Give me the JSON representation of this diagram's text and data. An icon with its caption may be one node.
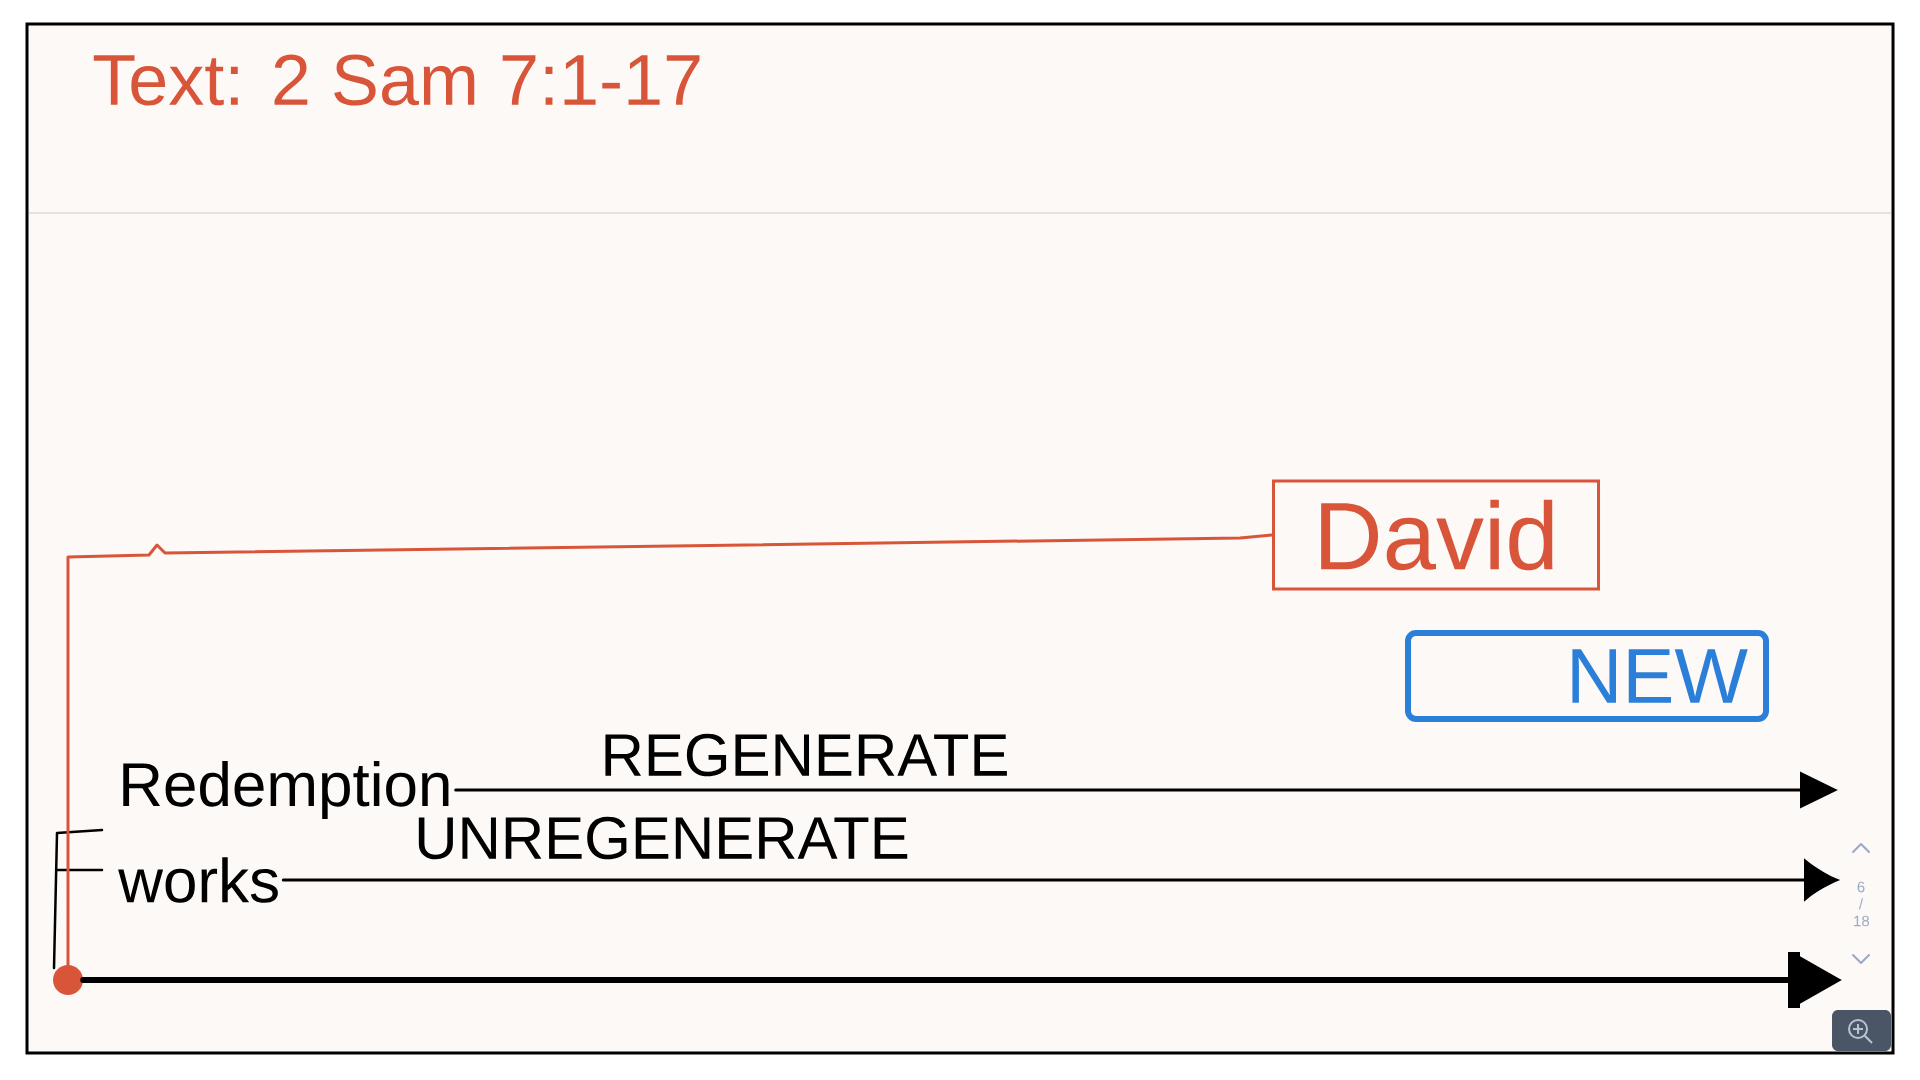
{
  "diagram": {
    "title": "Text: 2 Sam 7:1-17",
    "nodes": [
      {
        "text": [
          "David"
        ]
      },
      {
        "text": [
          "NEW"
        ]
      },
      {
        "text": [
          "Redemption"
        ]
      },
      {
        "text": [
          "works"
        ]
      },
      {
        "text": [],
        "shape": "circle"
      }
    ],
    "edges": [
      {
        "from": 0,
        "to": 4,
        "arrow": "none",
        "color": "#d8553a"
      },
      {
        "from": 2,
        "to": null,
        "arrow": "to",
        "label": "REGENERATE"
      },
      {
        "from": 3,
        "to": null,
        "arrow": "to",
        "label": "UNREGENERATE"
      },
      {
        "from": 4,
        "to": null,
        "arrow": "to",
        "style": "thick"
      }
    ],
    "labels": [
      "6 / 18"
    ]
  }
}
